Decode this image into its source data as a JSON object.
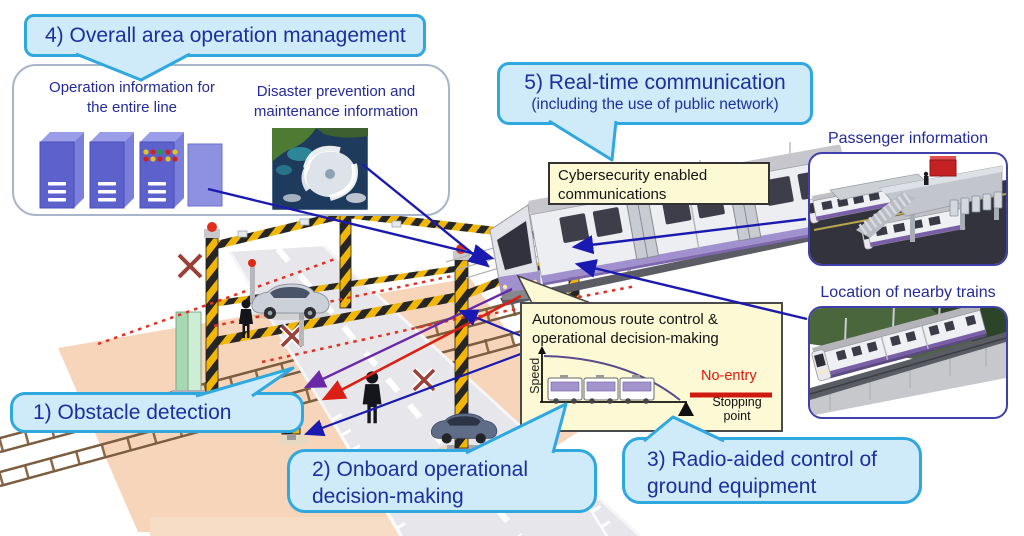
{
  "diagram": {
    "callouts": {
      "obstacle": "1) Obstacle detection",
      "onboard": "2) Onboard operational decision-making",
      "radio": "3) Radio-aided control of ground equipment",
      "overall": "4) Overall area operation management",
      "realtime_title": "5) Real-time communication",
      "realtime_sub": "(including the use of public network)"
    },
    "panel": {
      "operation_info": "Operation information for the entire line",
      "disaster_info": "Disaster prevention and maintenance information"
    },
    "notes": {
      "cybersecurity": "Cybersecurity enabled communications",
      "autonomous": "Autonomous route control & operational decision-making"
    },
    "side_labels": {
      "passenger": "Passenger information",
      "location": "Location of nearby trains"
    },
    "speed_chart": {
      "y_axis": "Speed",
      "no_entry": "No-entry",
      "stopping_point": "Stopping point"
    },
    "colors": {
      "callout_fill": "#cfeaf9",
      "callout_border": "#2fa8e0",
      "text_navy": "#1c2f9e",
      "note_fill": "#fcf9d4",
      "no_entry_red": "#e01810",
      "detection_zone": "#f7d5ba",
      "hazard_yellow": "#f2b705",
      "arrow_blue": "#1a1ab0"
    }
  }
}
